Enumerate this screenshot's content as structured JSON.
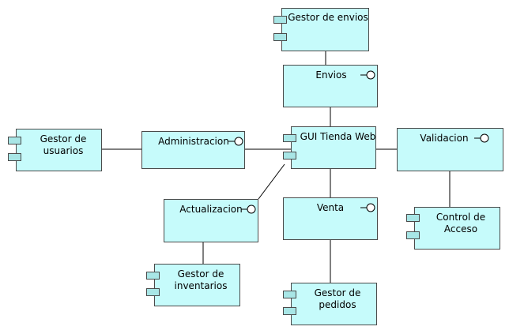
{
  "components": {
    "gestor_envios": "Gestor de envios",
    "gestor_usuarios_l1": "Gestor de",
    "gestor_usuarios_l2": "usuarios",
    "gestor_inventarios_l1": "Gestor de",
    "gestor_inventarios_l2": "inventarios",
    "gestor_pedidos_l1": "Gestor de",
    "gestor_pedidos_l2": "pedidos",
    "control_acceso_l1": "Control de",
    "control_acceso_l2": "Acceso",
    "gui_tienda_web": "GUI Tienda Web"
  },
  "interfaces": {
    "envios": "Envios",
    "administracion": "Administracion",
    "validacion": "Validacion",
    "actualizacion": "Actualizacion",
    "venta": "Venta"
  },
  "colors": {
    "fill": "#c6fbfb",
    "tab_fill": "#a8e6e6",
    "border": "#4a4a4a",
    "line": "#000000"
  }
}
